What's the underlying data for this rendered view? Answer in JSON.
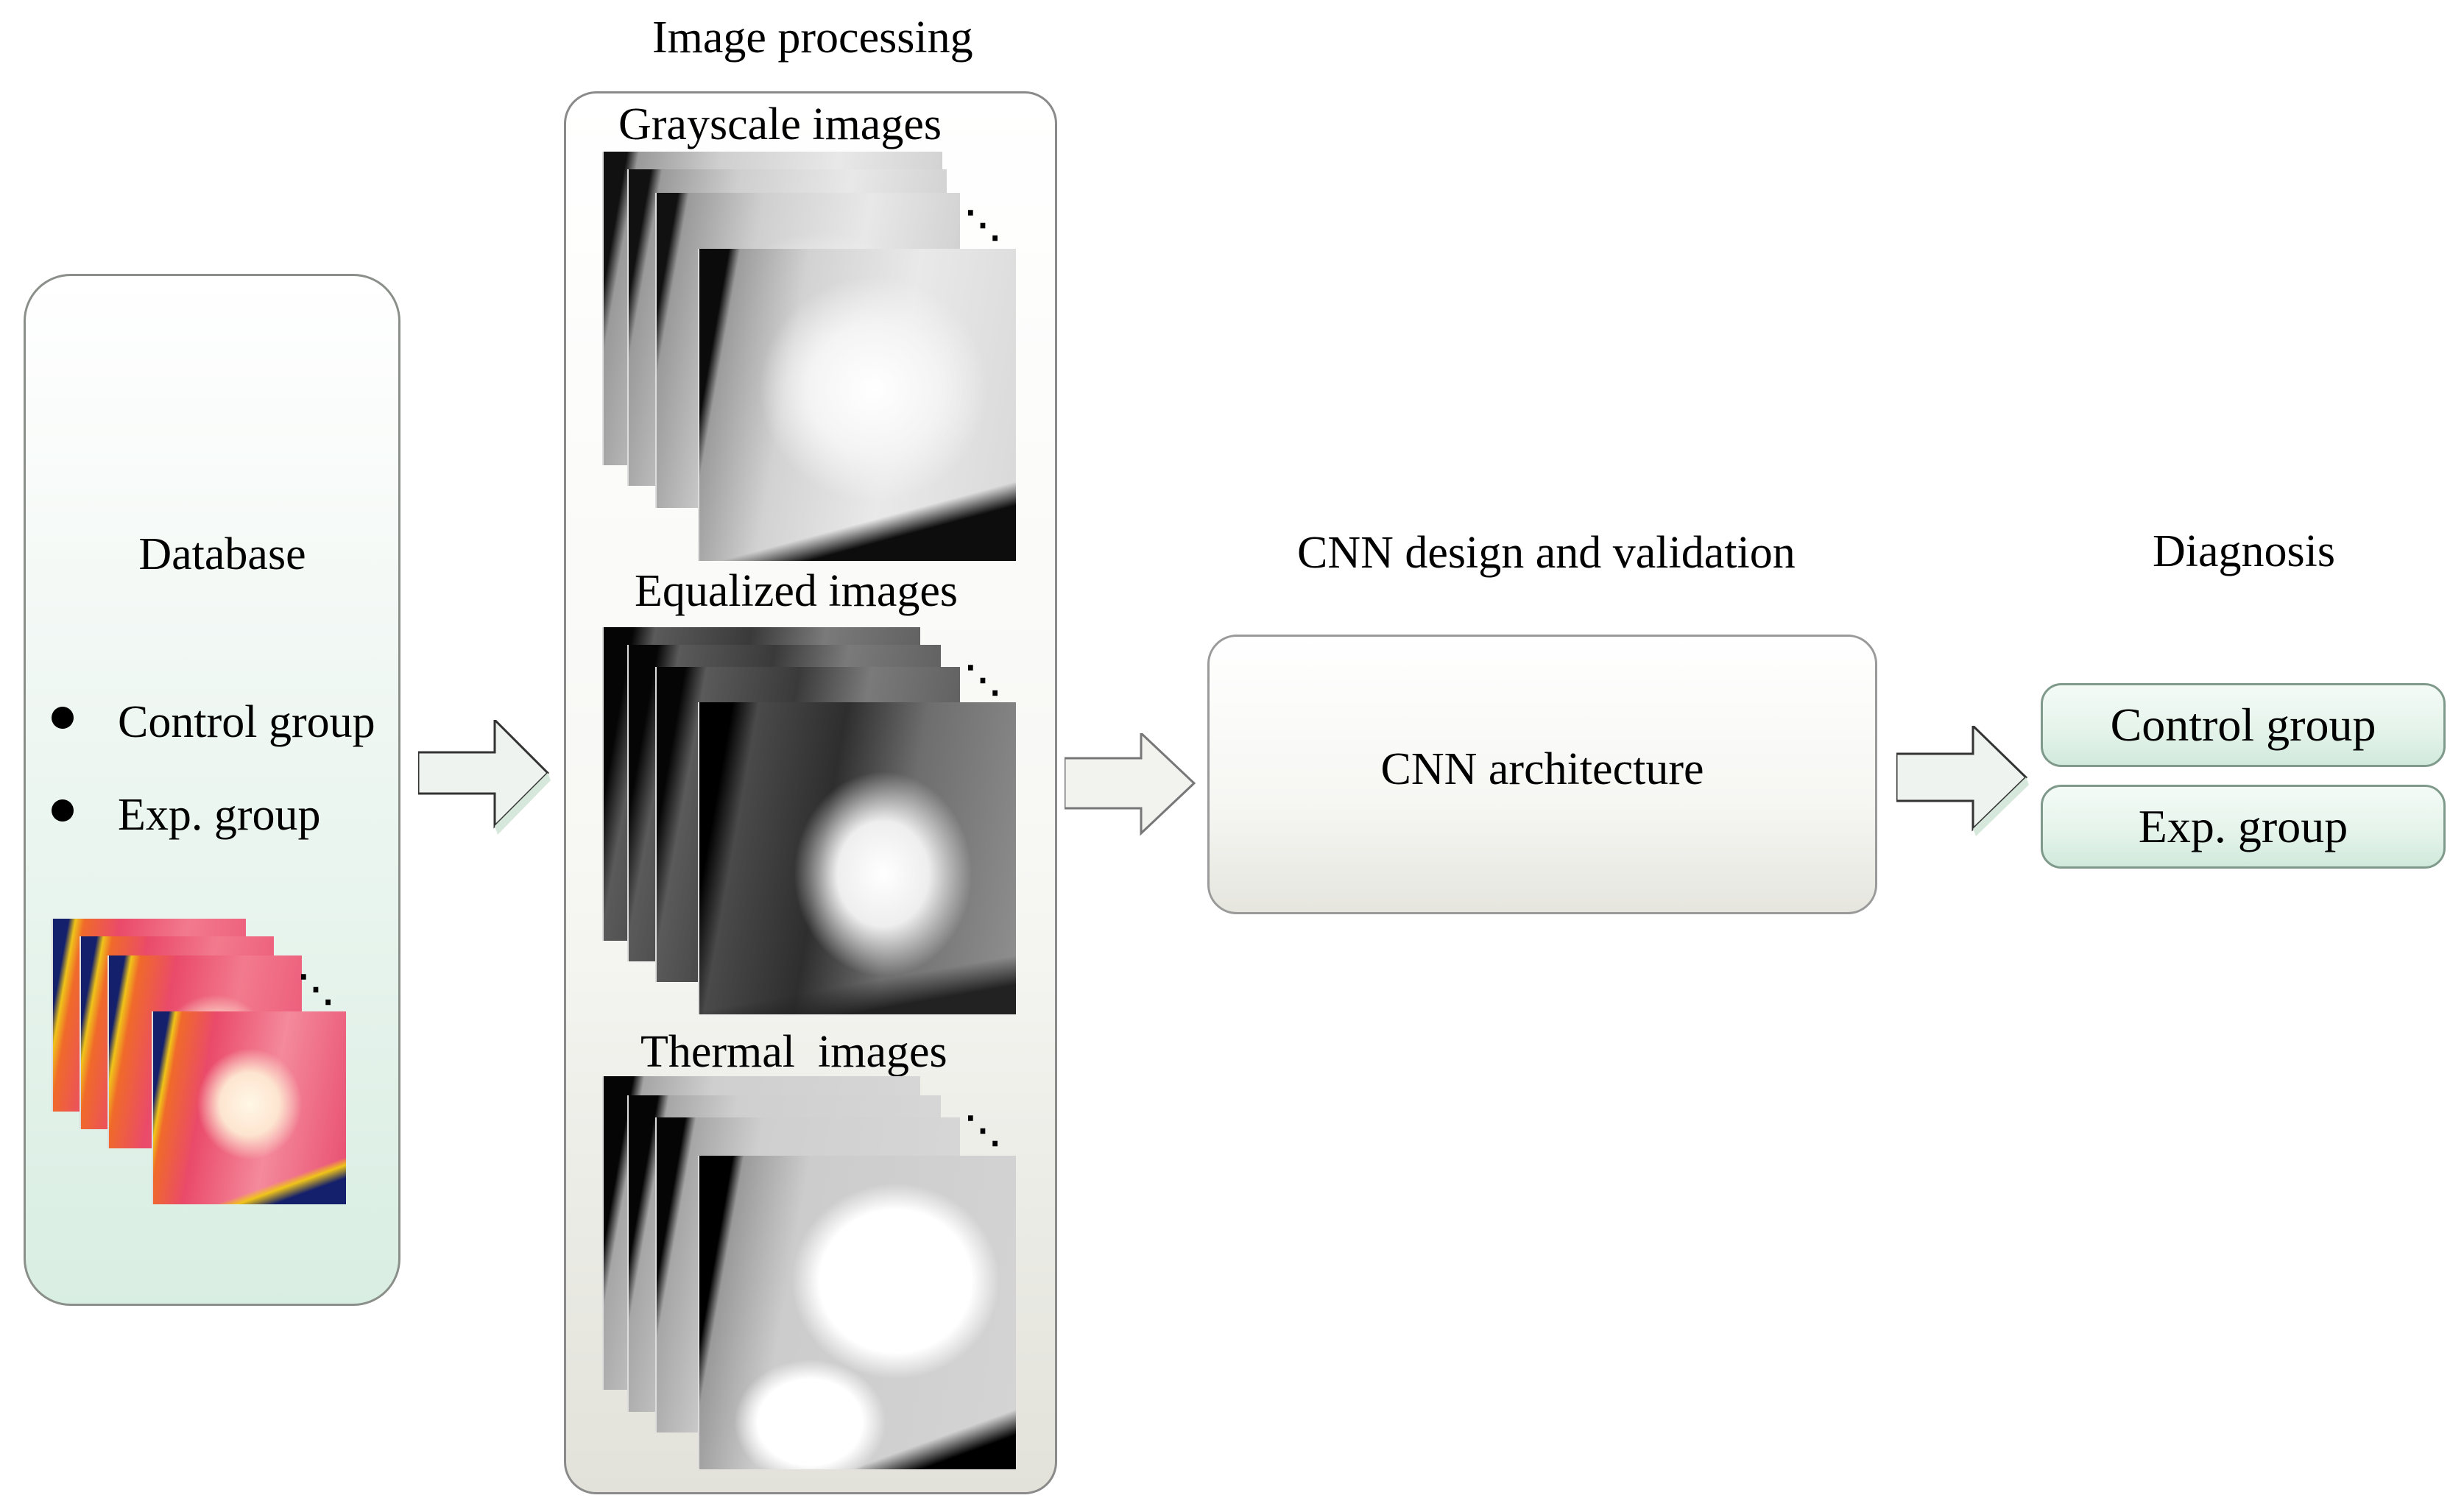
{
  "database": {
    "title": "Database",
    "items": [
      "Control group",
      "Exp. group"
    ]
  },
  "image_processing": {
    "title": "Image processing",
    "sections": [
      {
        "label": "Grayscale images"
      },
      {
        "label": "Equalized images"
      },
      {
        "label": "Thermal  images"
      }
    ]
  },
  "cnn": {
    "title": "CNN design and validation",
    "box_label": "CNN architecture"
  },
  "diagnosis": {
    "title": "Diagnosis",
    "outputs": [
      "Control group",
      "Exp. group"
    ]
  },
  "continuation_glyph": "⋱",
  "colors": {
    "database_panel": "#d9eee3",
    "process_panel": "#e2e2da",
    "arrow_fill": "#eef3ef"
  }
}
